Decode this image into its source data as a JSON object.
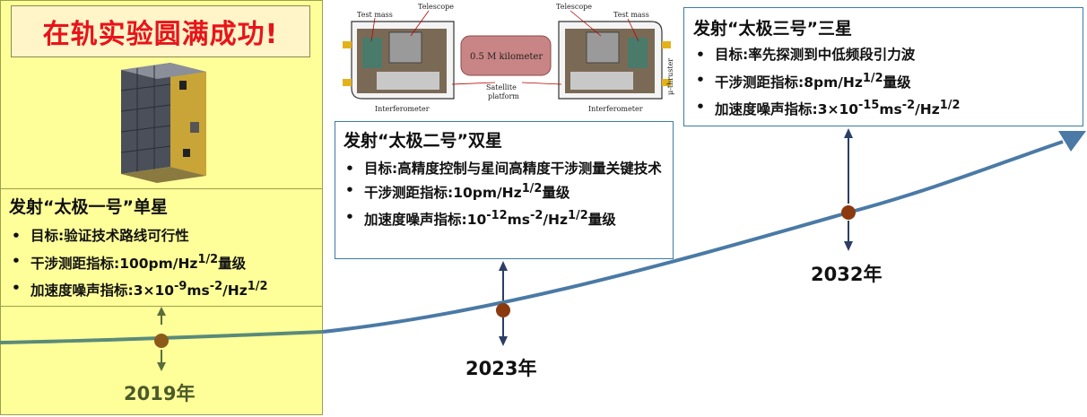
{
  "banner": "在轨实验圆满成功!",
  "milestones": [
    {
      "title": "发射“太极一号”单星",
      "year": "2019年",
      "points": [
        {
          "label": "目标:",
          "text": "验证技术路线可行性"
        },
        {
          "label": "干涉测距指标:",
          "pre": "100pm/Hz",
          "sup": "1/2",
          "post": "量级"
        },
        {
          "label": "加速度噪声指标:",
          "pre": "3×10",
          "sup": "-9",
          "mid": "ms",
          "sup2": "-2",
          "mid2": "/Hz",
          "sup3": "1/2"
        }
      ]
    },
    {
      "title": "发射“太极二号”双星",
      "year": "2023年",
      "points": [
        {
          "label": "目标:",
          "text": "高精度控制与星间高精度干涉测量关键技术"
        },
        {
          "label": "干涉测距指标:",
          "pre": "10pm/Hz",
          "sup": "1/2",
          "post": "量级"
        },
        {
          "label": "加速度噪声指标:",
          "pre": "10",
          "sup": "-12",
          "mid": "ms",
          "sup2": "-2",
          "mid2": "/Hz",
          "sup3": "1/2",
          "post": "量级"
        }
      ]
    },
    {
      "title": "发射“太极三号”三星",
      "year": "2032年",
      "points": [
        {
          "label": "目标:",
          "text": "率先探测到中低频段引力波"
        },
        {
          "label": "干涉测距指标:",
          "pre": "8pm/Hz",
          "sup": "1/2",
          "post": "量级"
        },
        {
          "label": "加速度噪声指标:",
          "pre": "3×10",
          "sup": "-15",
          "mid": "ms",
          "sup2": "-2",
          "mid2": "/Hz",
          "sup3": "1/2"
        }
      ]
    }
  ],
  "schematic": {
    "test_mass_left": "Test mass",
    "telescope_left": "Telescope",
    "telescope_right": "Telescope",
    "test_mass_right": "Test mass",
    "link": "0.5 M kilometer",
    "platform_line1": "Satellite",
    "platform_line2": "platform",
    "interferometer_left": "Interferometer",
    "interferometer_right": "Interferometer",
    "thruster": "μ-thruster"
  },
  "colors": {
    "timeline": "#4a7aa5",
    "node": "#8b3a10",
    "arrow_left": "#5a6e3a",
    "arrow_dark": "#2c3e66",
    "banner_text": "#e8141b",
    "panel": "#ffff99"
  }
}
